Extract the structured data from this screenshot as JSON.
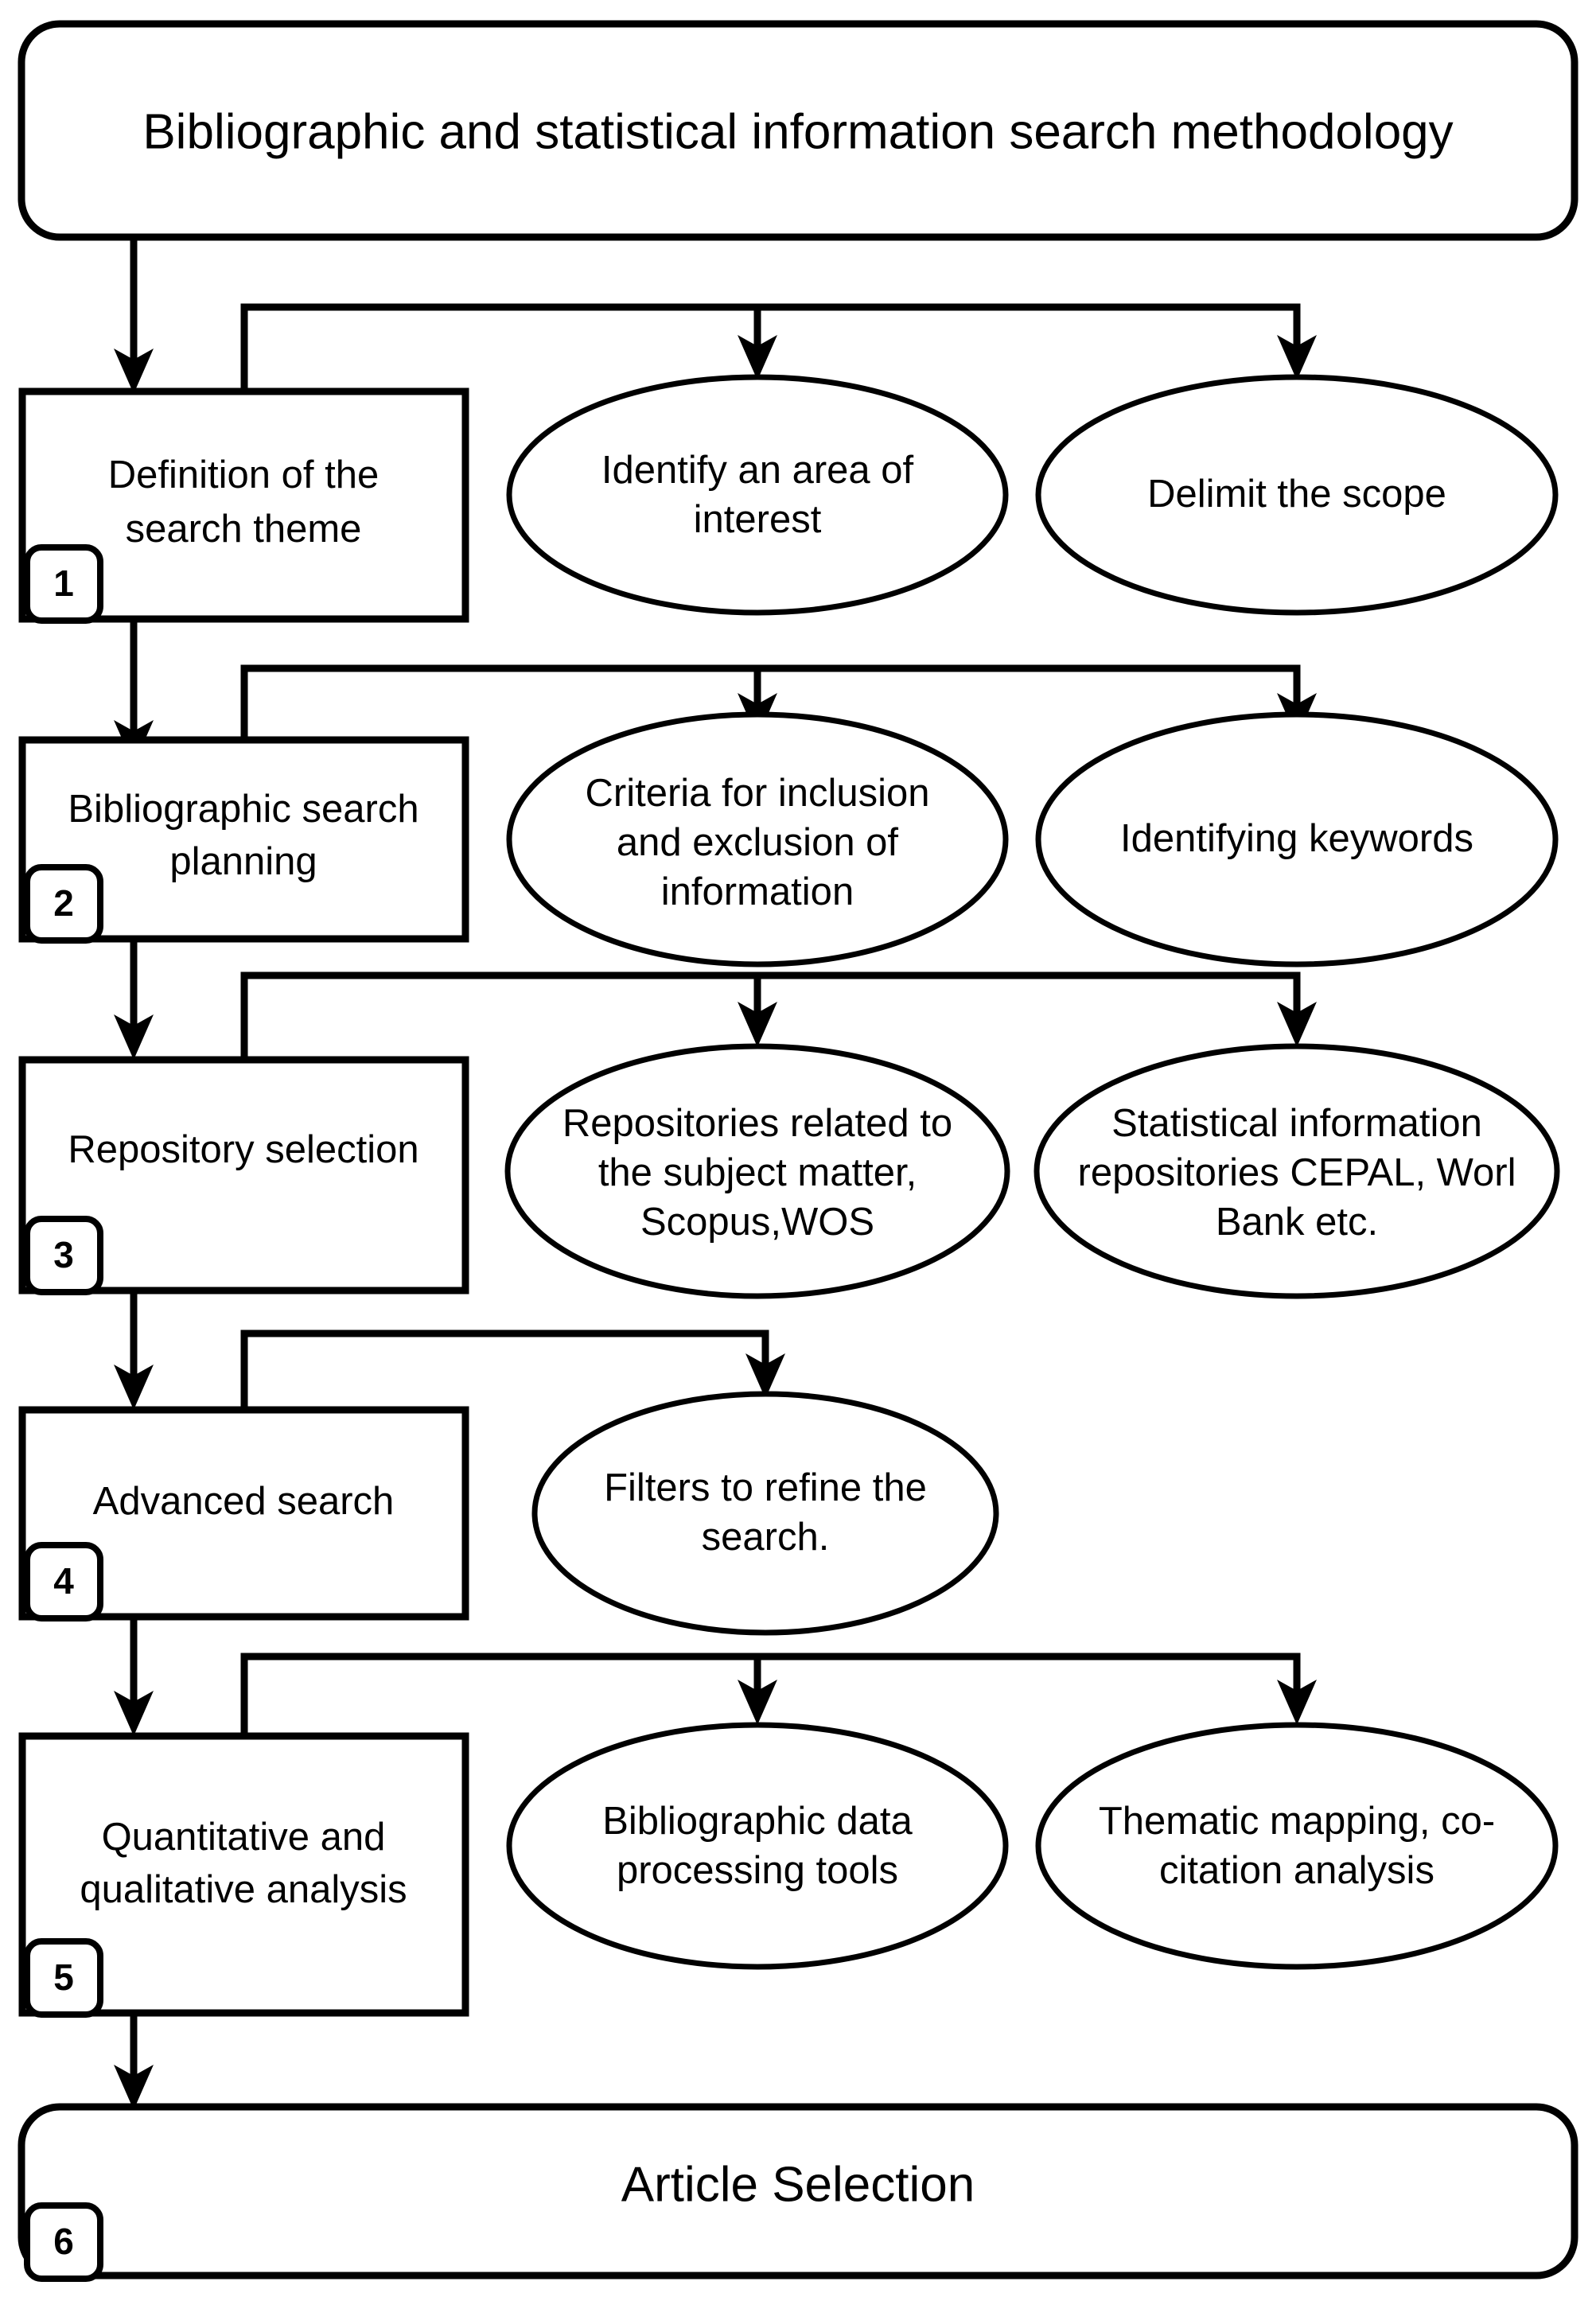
{
  "diagram": {
    "title": "Bibliographic and statistical information search methodology",
    "header": {
      "label": "Bibliographic and statistical information search methodology"
    },
    "steps": [
      {
        "number": "1",
        "label_line1": "Definition of the",
        "label_line2": "search theme",
        "details": [
          {
            "line1": "Identify an area of",
            "line2": "interest",
            "line3": ""
          },
          {
            "line1": "Delimit the scope",
            "line2": "",
            "line3": ""
          }
        ]
      },
      {
        "number": "2",
        "label_line1": "Bibliographic search",
        "label_line2": "planning",
        "details": [
          {
            "line1": "Criteria for inclusion",
            "line2": "and exclusion of",
            "line3": "information"
          },
          {
            "line1": "Identifying keywords",
            "line2": "",
            "line3": ""
          }
        ]
      },
      {
        "number": "3",
        "label_line1": "Repository selection",
        "label_line2": "",
        "details": [
          {
            "line1": "Repositories related to",
            "line2": "the subject matter,",
            "line3": "Scopus,WOS"
          },
          {
            "line1": "Statistical information",
            "line2": "repositories CEPAL, Worl",
            "line3": "Bank etc."
          }
        ]
      },
      {
        "number": "4",
        "label_line1": "Advanced search",
        "label_line2": "",
        "details": [
          {
            "line1": "Filters to refine the",
            "line2": "search.",
            "line3": ""
          }
        ]
      },
      {
        "number": "5",
        "label_line1": "Quantitative and",
        "label_line2": "qualitative analysis",
        "details": [
          {
            "line1": "Bibliographic data",
            "line2": "processing tools",
            "line3": ""
          },
          {
            "line1": "Thematic mapping, co-",
            "line2": "citation analysis",
            "line3": ""
          }
        ]
      }
    ],
    "footer": {
      "number": "6",
      "label": "Article Selection"
    },
    "colors": {
      "stroke": "#000000",
      "fill": "#ffffff",
      "text": "#000000"
    }
  }
}
